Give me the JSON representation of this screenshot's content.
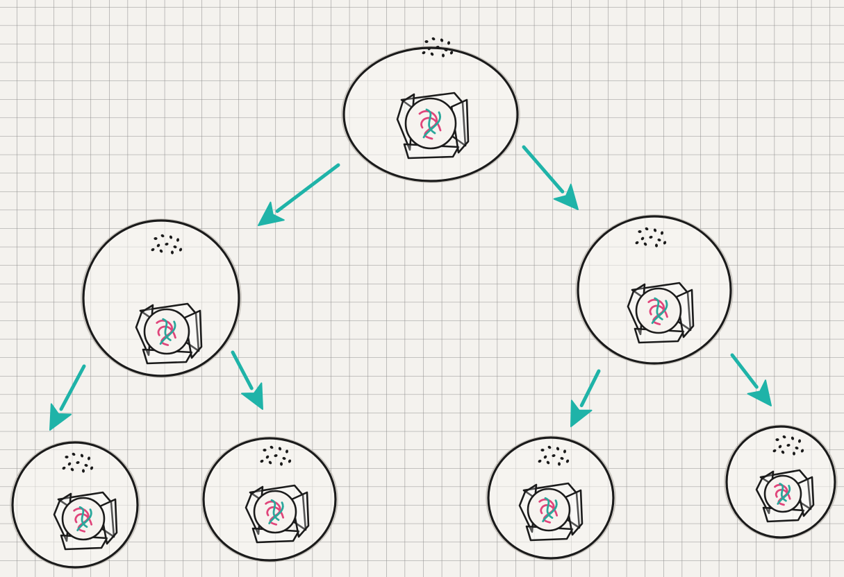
{
  "diagram": {
    "kind": "cell-division-tree",
    "background": "graph-paper",
    "colors": {
      "paper": "#f4f2ee",
      "grid": "#6f6f6f",
      "ink": "#1b1b1b",
      "arrow": "#1fb3a8",
      "chromosome_pink": "#e0457b",
      "chromosome_teal": "#2aa79b"
    },
    "cells": [
      {
        "id": "cell-root",
        "generation": 0
      },
      {
        "id": "cell-left",
        "generation": 1
      },
      {
        "id": "cell-right",
        "generation": 1
      },
      {
        "id": "cell-left-left",
        "generation": 2
      },
      {
        "id": "cell-left-right",
        "generation": 2
      },
      {
        "id": "cell-right-left",
        "generation": 2
      },
      {
        "id": "cell-right-right",
        "generation": 2
      }
    ],
    "arrows": [
      {
        "from": "cell-root",
        "to": "cell-left"
      },
      {
        "from": "cell-root",
        "to": "cell-right"
      },
      {
        "from": "cell-left",
        "to": "cell-left-left"
      },
      {
        "from": "cell-left",
        "to": "cell-left-right"
      },
      {
        "from": "cell-right",
        "to": "cell-right-left"
      },
      {
        "from": "cell-right",
        "to": "cell-right-right"
      }
    ]
  }
}
